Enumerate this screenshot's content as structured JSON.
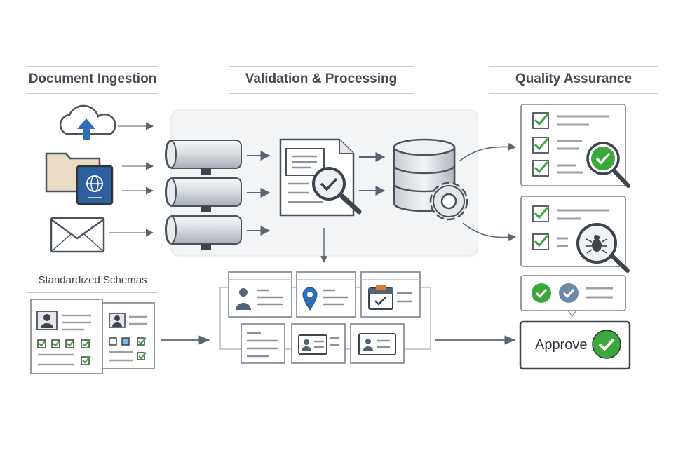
{
  "sections": {
    "ingestion_title": "Document Ingestion",
    "validation_title": "Validation & Processing",
    "qa_title": "Quality Assurance",
    "schemas_title": "Standardized Schemas"
  },
  "approve_label": "Approve",
  "icons": {
    "upload": "cloud-upload-icon",
    "folder": "folder-icon",
    "passport": "passport-icon",
    "email": "envelope-icon",
    "pipe": "pipe-icon",
    "document_search": "document-magnifier-icon",
    "database": "database-icon",
    "gear": "gear-icon",
    "bug": "bug-icon"
  },
  "colors": {
    "check_green": "#3aa83a",
    "accent_blue": "#2e6fb5",
    "outline": "#4a525c",
    "panel": "#f3f4f6"
  }
}
